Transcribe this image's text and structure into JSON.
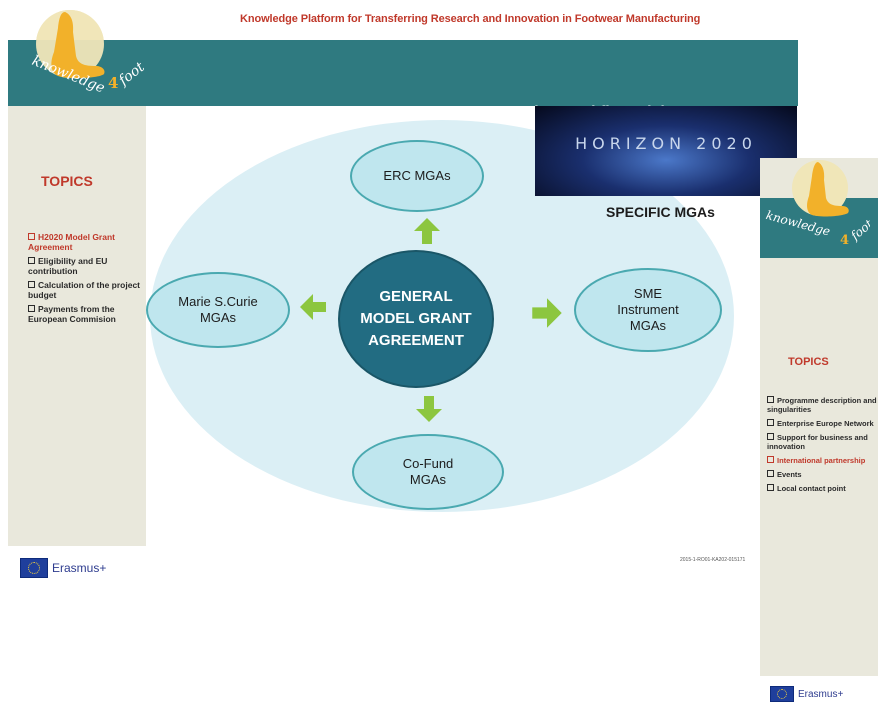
{
  "header": {
    "platform_title": "Knowledge Platform for Transferring Research and Innovation in Footwear Manufacturing",
    "lesson_title": "Lesson 3.1 Budget and financial management",
    "logo_text": "knowledge 4 foot"
  },
  "sidebar": {
    "title": "TOPICS",
    "items": [
      {
        "label": "H2020 Model Grant Agreement",
        "active": true
      },
      {
        "label": "Eligibility and EU contribution",
        "active": false
      },
      {
        "label": "Calculation of the project budget",
        "active": false
      },
      {
        "label": "Payments from the European Commision",
        "active": false
      }
    ]
  },
  "diagram": {
    "center": [
      "GENERAL",
      "MODEL GRANT",
      "AGREEMENT"
    ],
    "top": [
      "ERC MGAs"
    ],
    "left": [
      "Marie S.Curie",
      "MGAs"
    ],
    "right": [
      "SME",
      "Instrument",
      "MGAs"
    ],
    "bottom": [
      "Co-Fund",
      "MGAs"
    ]
  },
  "horizon": {
    "banner_text": "HORIZON 2020",
    "label": "SPECIFIC MGAs"
  },
  "footer": {
    "erasmus": "Erasmus+",
    "code": "2015-1-RO01-KA202-015171"
  },
  "second_slide": {
    "logo_text": "knowledge 4 foot",
    "title": "TOPICS",
    "items": [
      {
        "label": "Programme description and singularities",
        "active": false
      },
      {
        "label": "Enterprise Europe Network",
        "active": false
      },
      {
        "label": "Support for business and innovation",
        "active": false
      },
      {
        "label": "International partnership",
        "active": true
      },
      {
        "label": "Events",
        "active": false
      },
      {
        "label": "Local contact point",
        "active": false
      }
    ],
    "erasmus": "Erasmus+"
  },
  "colors": {
    "teal": "#2f7a80",
    "accent_red": "#c0392b",
    "center_node": "#226c82",
    "arrow_green": "#8cc63f"
  }
}
